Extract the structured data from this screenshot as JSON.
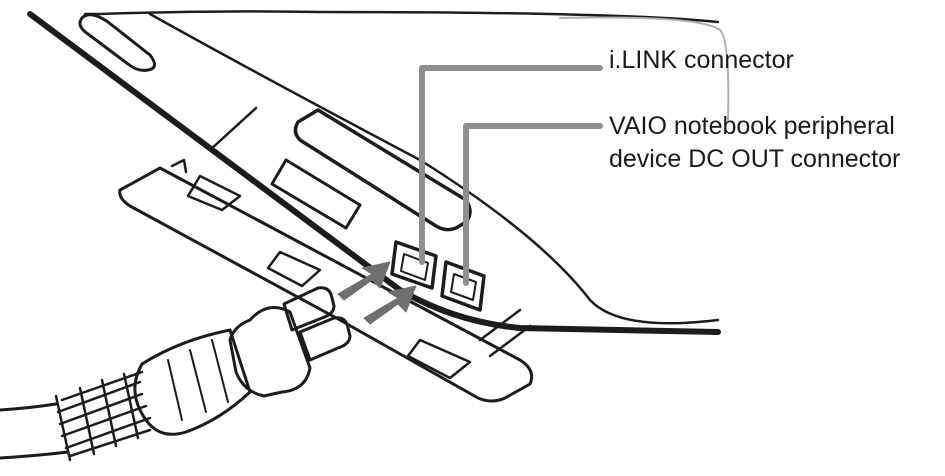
{
  "callouts": {
    "ilink": "i.LINK connector",
    "dc_out_line1": "VAIO notebook peripheral",
    "dc_out_line2": "device DC OUT connector"
  }
}
